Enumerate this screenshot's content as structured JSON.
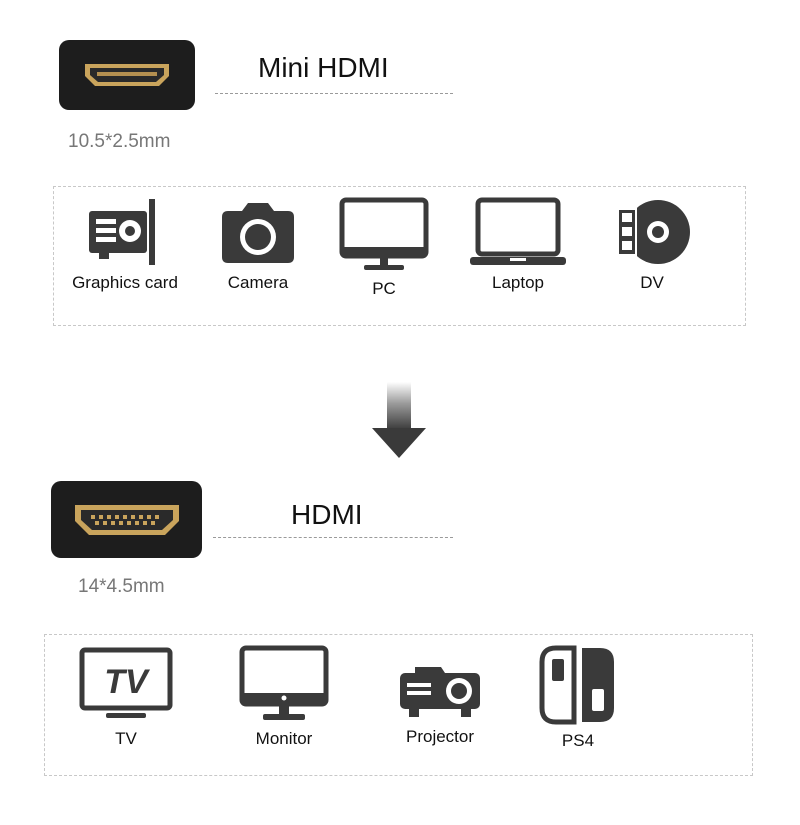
{
  "mini": {
    "title": "Mini HDMI",
    "size": "10.5*2.5mm",
    "devices": [
      {
        "label": "Graphics card",
        "icon": "graphics-card-icon"
      },
      {
        "label": "Camera",
        "icon": "camera-icon"
      },
      {
        "label": "PC",
        "icon": "pc-monitor-icon"
      },
      {
        "label": "Laptop",
        "icon": "laptop-icon"
      },
      {
        "label": "DV",
        "icon": "dv-camcorder-icon"
      }
    ]
  },
  "hdmi": {
    "title": "HDMI",
    "size": "14*4.5mm",
    "devices": [
      {
        "label": "TV",
        "icon": "tv-icon",
        "icon_text": "TV"
      },
      {
        "label": "Monitor",
        "icon": "monitor-icon"
      },
      {
        "label": "Projector",
        "icon": "projector-icon"
      },
      {
        "label": "PS4",
        "icon": "game-console-icon"
      }
    ]
  },
  "colors": {
    "icon_dark": "#3a3a3a",
    "connector_body": "#1d1d1d",
    "connector_port": "#c9a45c",
    "dashed_border": "#c8c8c8"
  }
}
